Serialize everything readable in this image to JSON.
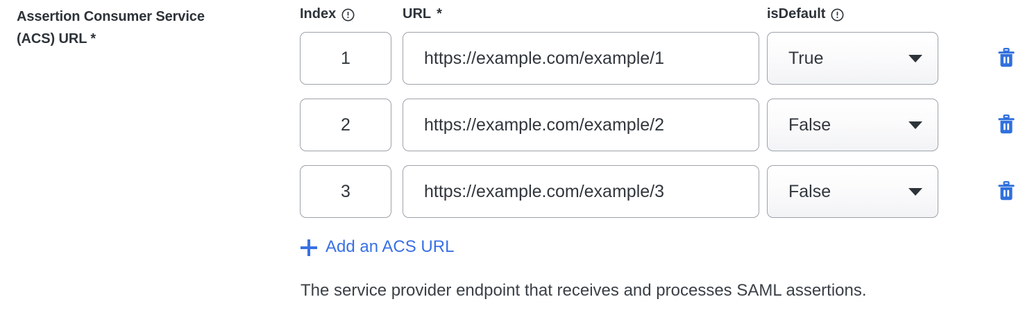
{
  "field": {
    "label_line1": "Assertion Consumer Service",
    "label_line2": "(ACS) URL *",
    "helper_text": "The service provider endpoint that receives and processes SAML assertions."
  },
  "table": {
    "headers": {
      "index": "Index",
      "url": "URL",
      "url_required_marker": "*",
      "isdefault": "isDefault",
      "index_icon": "info-icon",
      "isdefault_icon": "info-icon"
    },
    "rows": [
      {
        "index": "1",
        "url": "https://example.com/example/1",
        "isdefault": "True",
        "delete_icon": "trash-icon"
      },
      {
        "index": "2",
        "url": "https://example.com/example/2",
        "isdefault": "False",
        "delete_icon": "trash-icon"
      },
      {
        "index": "3",
        "url": "https://example.com/example/3",
        "isdefault": "False",
        "delete_icon": "trash-icon"
      }
    ]
  },
  "add_link": {
    "label": "Add an ACS URL",
    "icon": "plus-icon"
  },
  "colors": {
    "accent_blue": "#3970e4",
    "text_dark": "#32373d",
    "border_gray": "#9da2a8",
    "select_bg": "#f2f3f5"
  },
  "dropdown_options": [
    "True",
    "False"
  ]
}
